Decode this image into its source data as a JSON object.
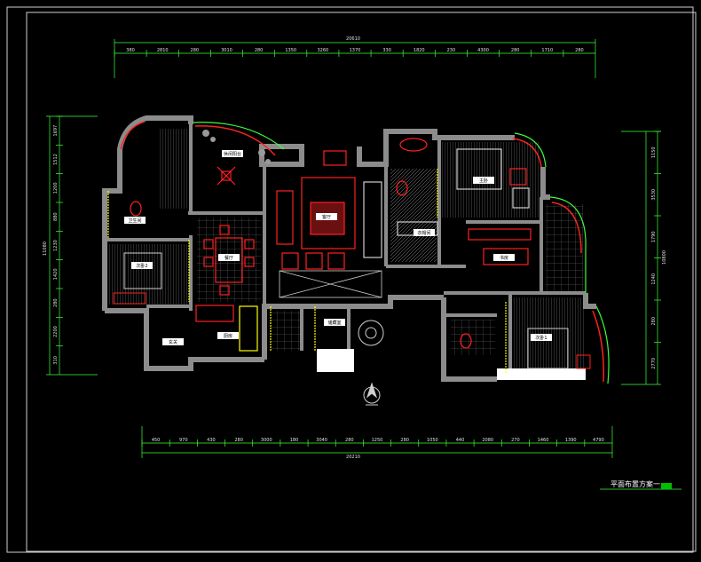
{
  "drawing": {
    "title": "平面布置方案一",
    "north_marker": "north-arrow-icon"
  },
  "dimensions": {
    "top_total": "20610",
    "top_segments": [
      "380",
      "2810",
      "280",
      "3010",
      "280",
      "1350",
      "3260",
      "1370",
      "330",
      "1820",
      "230",
      "4300",
      "280",
      "1710",
      "280"
    ],
    "bottom_total": "20210",
    "bottom_segments": [
      "450",
      "970",
      "430",
      "280",
      "3000",
      "180",
      "3040",
      "280",
      "1250",
      "280",
      "1050",
      "440",
      "2080",
      "270",
      "1460",
      "1390",
      "4790"
    ],
    "left_total": "11080",
    "left_segments": [
      "1697",
      "1512",
      "1200",
      "880",
      "1230",
      "1420",
      "280",
      "2200",
      "310"
    ],
    "right_total": "10800",
    "right_segments": [
      "1150",
      "3530",
      "1790",
      "1240",
      "280",
      "2770"
    ]
  },
  "rooms": [
    {
      "label": "休闲阳台"
    },
    {
      "label": "客厅"
    },
    {
      "label": "餐厅"
    },
    {
      "label": "主卧"
    },
    {
      "label": "次卧1"
    },
    {
      "label": "次卧2"
    },
    {
      "label": "书房"
    },
    {
      "label": "卫生间"
    },
    {
      "label": "厨房"
    },
    {
      "label": "衣帽间"
    },
    {
      "label": "储藏室"
    },
    {
      "label": "玄关"
    }
  ],
  "colors": {
    "background": "#000000",
    "wall_fill": "#8c8c8c",
    "furniture": "#ff2020",
    "dimension": "#3cff3c",
    "hatch": "#d0d0d0",
    "accent_yellow": "#ffff00",
    "title_bar": "#00c000"
  }
}
